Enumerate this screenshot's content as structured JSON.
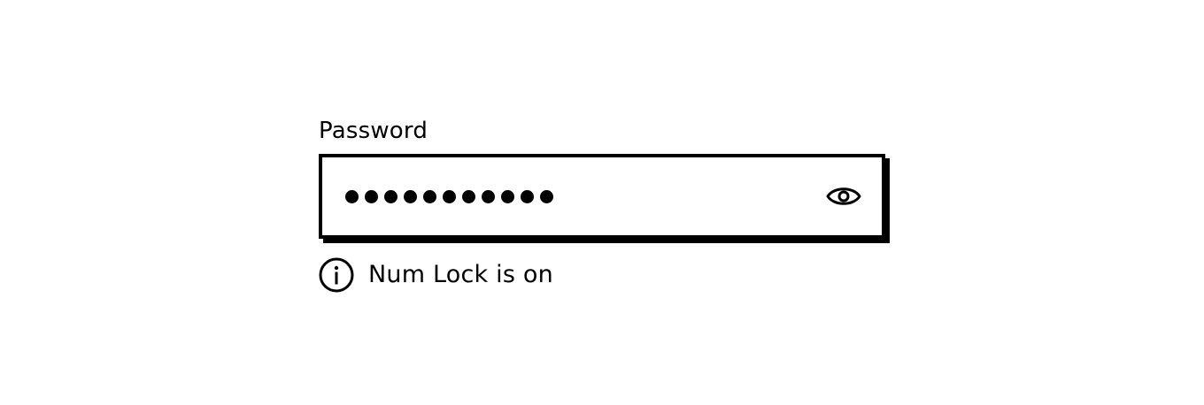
{
  "password_field": {
    "label": "Password",
    "masked_char_count": 11,
    "toggle_icon": "eye-icon"
  },
  "hint": {
    "icon": "info-icon",
    "text": "Num Lock is on"
  },
  "colors": {
    "foreground": "#000000",
    "background": "#ffffff"
  }
}
